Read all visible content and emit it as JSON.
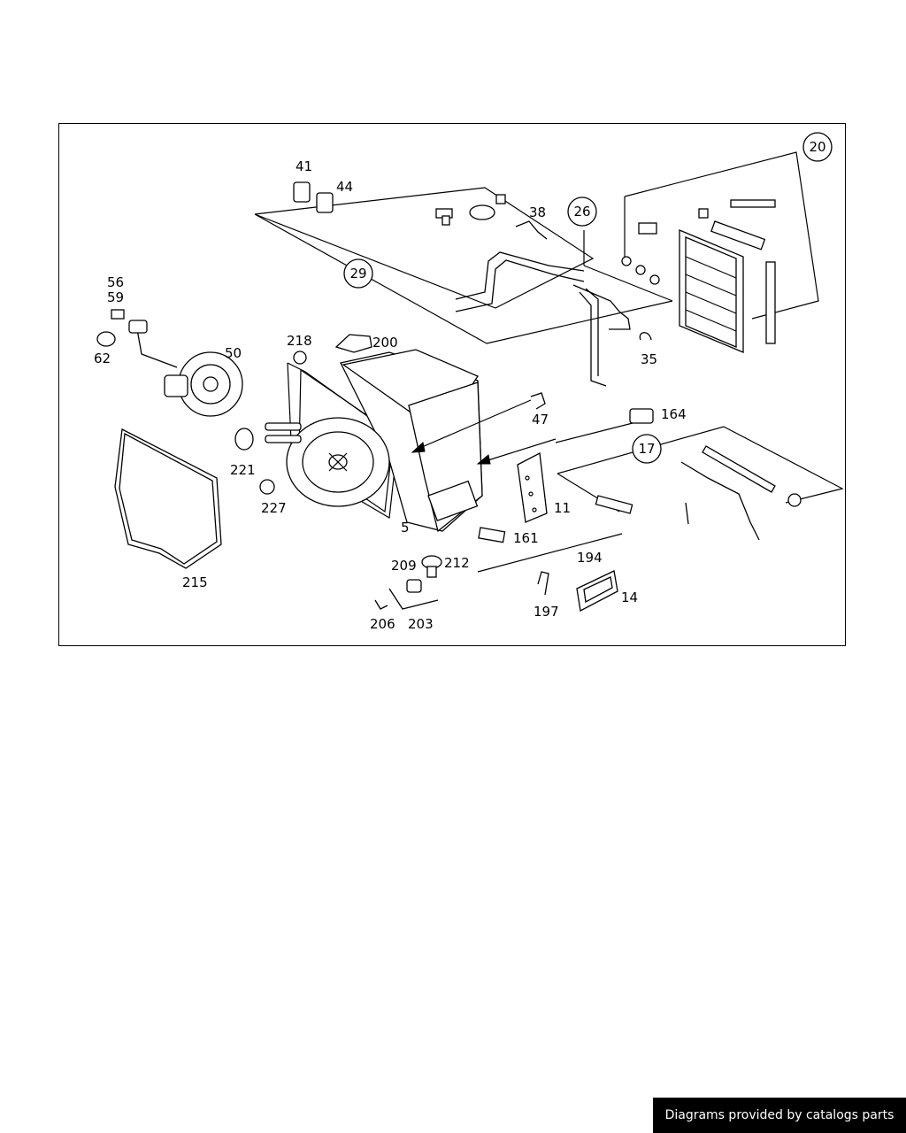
{
  "diagram": {
    "labels": {
      "l41": "41",
      "l44": "44",
      "l38": "38",
      "l26": "26",
      "l20": "20",
      "l29": "29",
      "l56": "56",
      "l59": "59",
      "l62": "62",
      "l50": "50",
      "l218": "218",
      "l200": "200",
      "l35": "35",
      "l47": "47",
      "l164": "164",
      "l17": "17",
      "l221": "221",
      "l227": "227",
      "l5": "5",
      "l11": "11",
      "l161": "161",
      "l215": "215",
      "l209": "209",
      "l212": "212",
      "l194": "194",
      "l197": "197",
      "l14": "14",
      "l206": "206",
      "l203": "203"
    }
  },
  "footer": {
    "credit": "Diagrams provided by catalogs parts"
  }
}
